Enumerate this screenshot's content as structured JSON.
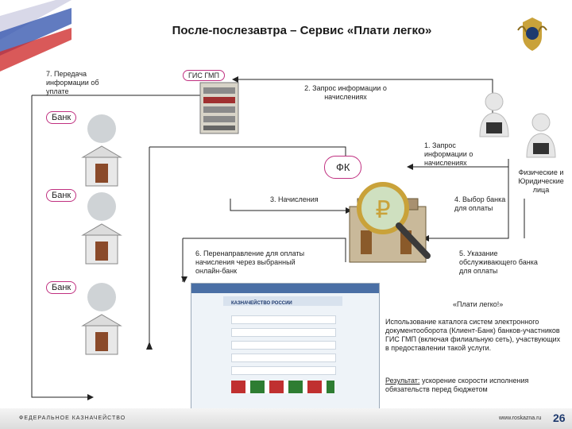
{
  "title": "После-послезавтра – Сервис «Плати легко»",
  "labels": {
    "step7": "7. Передача информации об уплате",
    "gisgmp": "ГИС ГМП",
    "step2": "2. Запрос информации о начислениях",
    "step1": "1. Запрос информации о начислениях",
    "fk": "ФК",
    "persons": "Физические и Юридические лица",
    "step3": "3. Начисления",
    "step4": "4. Выбор банка для оплаты",
    "step6": "6. Перенаправление для оплаты начисления через выбранный онлайн-банк",
    "step5": "5. Указание обслуживающего банка для оплаты",
    "plati": "«Плати легко!»"
  },
  "banks": [
    "Банк",
    "Банк",
    "Банк"
  ],
  "description": "Использование каталога систем электронного документооборота (Клиент-Банк) банков-участников ГИС ГМП (включая филиальную сеть), участвующих в предоставлении такой услуги.",
  "result": {
    "label": "Результат:",
    "text": " ускорение скорости исполнения обязательств перед бюджетом"
  },
  "screenshot": {
    "title": "КАЗНАЧЕЙСТВО РОССИИ"
  },
  "footer": {
    "org": "ФЕДЕРАЛЬНОЕ КАЗНАЧЕЙСТВО",
    "site": "www.roskazna.ru",
    "page": "26"
  },
  "colors": {
    "cloud_border": "#c03080",
    "line": "#222222",
    "accent": "#1e3a6e"
  }
}
